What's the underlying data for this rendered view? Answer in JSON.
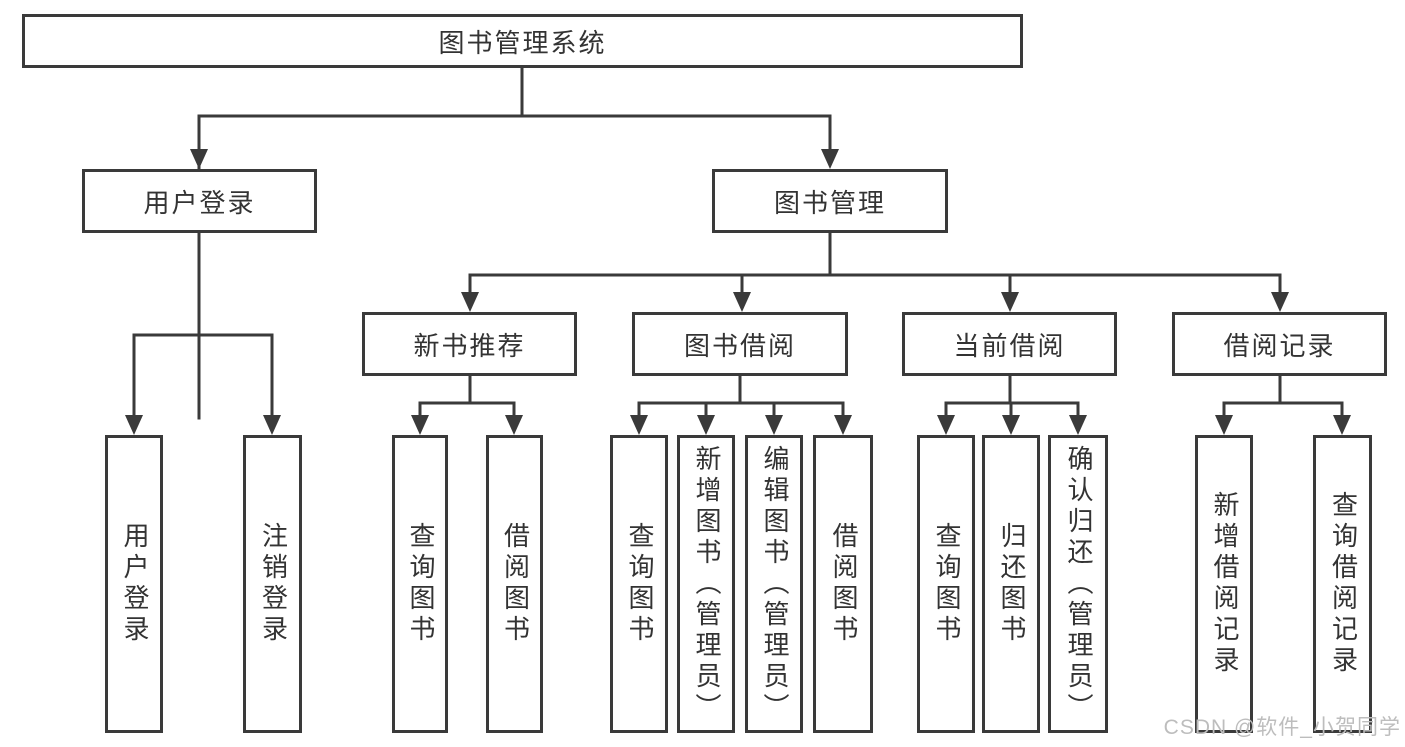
{
  "diagram": {
    "title": "图书管理系统",
    "root": {
      "label": "图书管理系统"
    },
    "level1": [
      {
        "label": "用户登录"
      },
      {
        "label": "图书管理"
      }
    ],
    "level2": [
      {
        "label": "新书推荐"
      },
      {
        "label": "图书借阅"
      },
      {
        "label": "当前借阅"
      },
      {
        "label": "借阅记录"
      }
    ],
    "leaves": {
      "user_login": [
        "用户登录",
        "注销登录"
      ],
      "new_books": [
        "查询图书",
        "借阅图书"
      ],
      "book_borrow": [
        "查询图书",
        "新增图书（管理员）",
        "编辑图书（管理员）",
        "借阅图书"
      ],
      "current_borrow": [
        "查询图书",
        "归还图书",
        "确认归还（管理员）"
      ],
      "borrow_records": [
        "新增借阅记录",
        "查询借阅记录"
      ]
    }
  },
  "watermark": {
    "text": "CSDN @软件_小贺同学"
  },
  "colors": {
    "line": "#3a3a3a",
    "border": "#3a3a3a",
    "text": "#333333",
    "watermark": "#bdbdbd",
    "background": "#ffffff"
  }
}
